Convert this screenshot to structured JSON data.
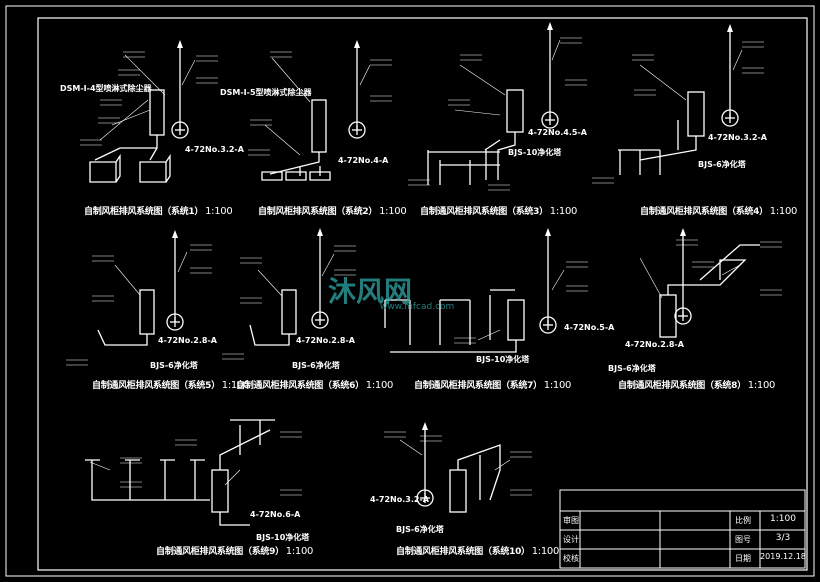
{
  "drawings": [
    {
      "title": "自制风柜排风系统图（系统1）",
      "scale": "1:100",
      "equipment": [
        "DSM-Ⅰ-4型喷淋式除尘器",
        "4-72No.3.2-A"
      ]
    },
    {
      "title": "自制风柜排风系统图（系统2）",
      "scale": "1:100",
      "equipment": [
        "DSM-Ⅰ-5型喷淋式除尘器",
        "4-72No.4-A"
      ]
    },
    {
      "title": "自制通风柜排风系统图（系统3）",
      "scale": "1:100",
      "equipment": [
        "4-72No.4.5-A",
        "BJS-10净化塔"
      ]
    },
    {
      "title": "自制通风柜排风系统图（系统4）",
      "scale": "1:100",
      "equipment": [
        "4-72No.3.2-A",
        "BJS-6净化塔"
      ]
    },
    {
      "title": "自制通风柜排风系统图（系统5）",
      "scale": "1:100",
      "equipment": [
        "4-72No.2.8-A",
        "BJS-6净化塔"
      ]
    },
    {
      "title": "自制通风柜排风系统图（系统6）",
      "scale": "1:100",
      "equipment": [
        "4-72No.2.8-A",
        "BJS-6净化塔"
      ]
    },
    {
      "title": "自制通风柜排风系统图（系统7）",
      "scale": "1:100",
      "equipment": [
        "4-72No.5-A",
        "BJS-10净化塔"
      ]
    },
    {
      "title": "自制通风柜排风系统图（系统8）",
      "scale": "1:100",
      "equipment": [
        "4-72No.2.8-A",
        "BJS-6净化塔"
      ]
    },
    {
      "title": "自制通风柜排风系统图（系统9）",
      "scale": "1:100",
      "equipment": [
        "4-72No.6-A",
        "BJS-10净化塔"
      ]
    },
    {
      "title": "自制通风柜排风系统图（系统10）",
      "scale": "1:100",
      "equipment": [
        "4-72No.3.2-A",
        "BJS-6净化塔"
      ]
    }
  ],
  "title_block": {
    "labels": [
      "审图",
      "设计",
      "校核",
      "比例",
      "图号",
      "日期"
    ],
    "scale_value": "1:100",
    "sheet_value": "3/3",
    "date_value": "2019.12.18"
  },
  "watermark": {
    "text": "沐风网",
    "url": "www.mfcad.com"
  }
}
